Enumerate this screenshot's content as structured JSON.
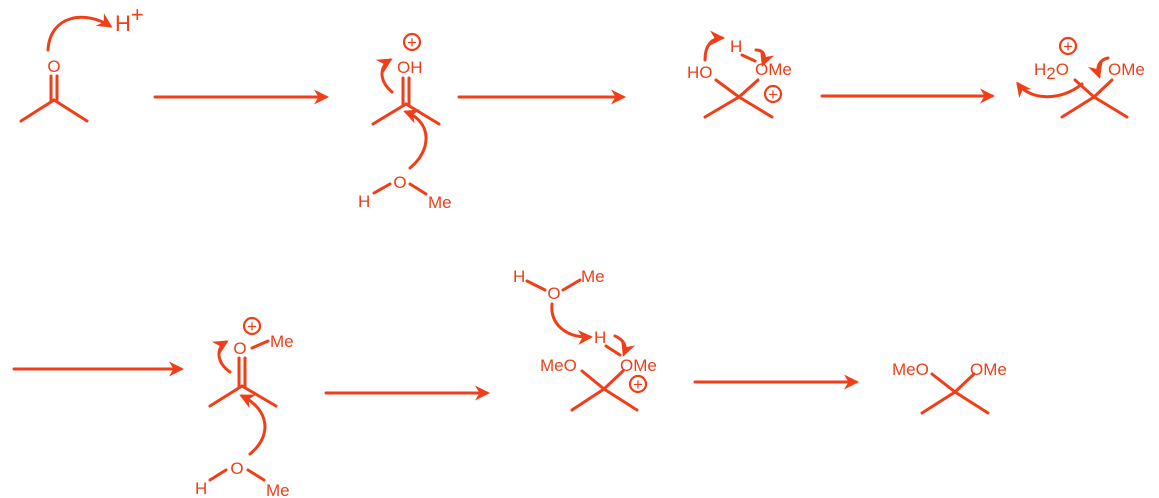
{
  "colors": {
    "ink": "#f03e18",
    "background": "#ffffff"
  },
  "atoms": {
    "O": "O",
    "H": "H",
    "OH": "OH",
    "HO": "HO",
    "OMe": "OMe",
    "MeO": "MeO",
    "Me": "Me",
    "H2O_H": "H",
    "H2O_sub": "2",
    "H2O_O": "O",
    "proton_H": "H",
    "proton_plus": "+"
  },
  "charge_symbol": "+"
}
